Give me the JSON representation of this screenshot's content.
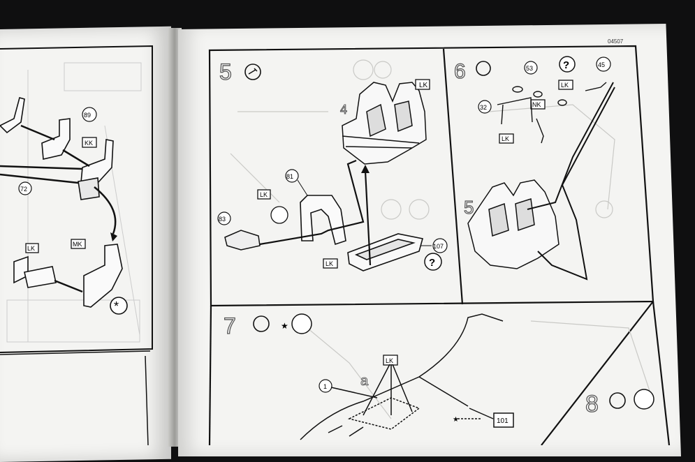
{
  "page_code": "04507",
  "steps": [
    {
      "number": "5",
      "sub_assembly": "4",
      "parts": [
        "81",
        "83",
        "107"
      ],
      "decal_marks": [
        "LK",
        "LK",
        "LK"
      ],
      "help_symbol": "?"
    },
    {
      "number": "6",
      "sub_assembly": "5",
      "parts": [
        "53",
        "45",
        "32"
      ],
      "decal_marks": [
        "LK",
        "NK",
        "LK"
      ],
      "help_symbol": "?"
    },
    {
      "number": "7",
      "area_label": "a",
      "parts": [
        "1",
        "101"
      ],
      "decal_marks": [
        "LK"
      ]
    },
    {
      "number": "8"
    }
  ],
  "left_page": {
    "parts": [
      "89",
      "72"
    ],
    "decal_marks": [
      "KK",
      "LK",
      "MK"
    ]
  },
  "icons": [
    "glue-tube-icon",
    "paint-pot-icon",
    "asterisk-optional-icon",
    "question-help-icon",
    "decal-flag-icon"
  ]
}
